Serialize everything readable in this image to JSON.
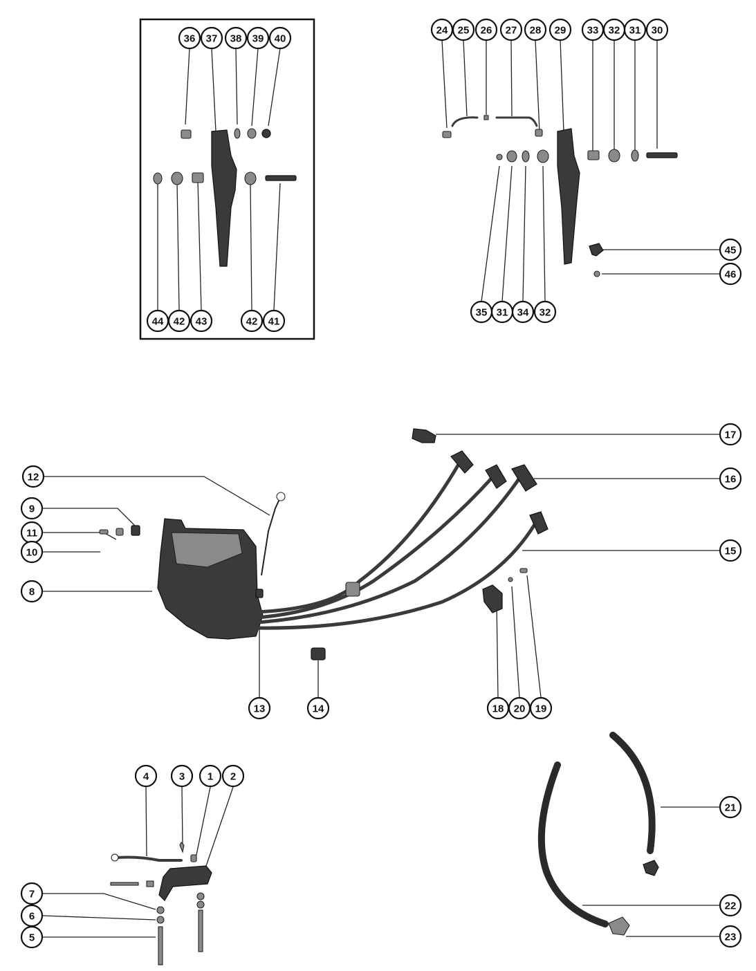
{
  "labels": {
    "c1": "1",
    "c2": "2",
    "c3": "3",
    "c4": "4",
    "c5": "5",
    "c6": "6",
    "c7": "7",
    "c8": "8",
    "c9": "9",
    "c10": "10",
    "c11": "11",
    "c12": "12",
    "c13": "13",
    "c14": "14",
    "c15": "15",
    "c16": "16",
    "c17": "17",
    "c18": "18",
    "c19": "19",
    "c20": "20",
    "c21": "21",
    "c22": "22",
    "c23": "23",
    "c24": "24",
    "c25": "25",
    "c26": "26",
    "c27": "27",
    "c28": "28",
    "c29": "29",
    "c30": "30",
    "c31a": "31",
    "c31b": "31",
    "c32a": "32",
    "c32b": "32",
    "c33": "33",
    "c34": "34",
    "c35": "35",
    "c36": "36",
    "c37": "37",
    "c38": "38",
    "c39": "39",
    "c40": "40",
    "c41": "41",
    "c42a": "42",
    "c42b": "42",
    "c43": "43",
    "c44": "44",
    "c45": "45",
    "c46": "46"
  },
  "colors": {
    "ink": "#111111",
    "part": "#3a3a3a",
    "background": "#ffffff"
  }
}
